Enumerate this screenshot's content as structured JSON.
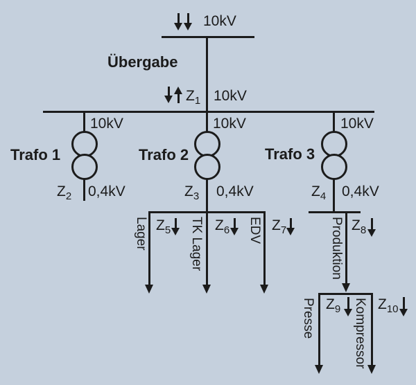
{
  "colors": {
    "background": "#c5d0dd",
    "line": "#1b1b1b",
    "text": "#1b1b1b"
  },
  "top": {
    "voltage": "10kV",
    "infeed_icon": "double-down-arrow"
  },
  "uebergabe": "Übergabe",
  "z1": {
    "z": {
      "base": "Z",
      "sub": "1"
    },
    "voltage": "10kV",
    "flow_icon": "down-up-arrow"
  },
  "transformers": [
    {
      "name": "Trafo 1",
      "hv": "10kV",
      "lv": "0,4kV",
      "z": {
        "base": "Z",
        "sub": "2"
      }
    },
    {
      "name": "Trafo 2",
      "hv": "10kV",
      "lv": "0,4kV",
      "z": {
        "base": "Z",
        "sub": "3"
      }
    },
    {
      "name": "Trafo 3",
      "hv": "10kV",
      "lv": "0,4kV",
      "z": {
        "base": "Z",
        "sub": "4"
      }
    }
  ],
  "t2_feeders": [
    {
      "name": "Lager",
      "z": {
        "base": "Z",
        "sub": "5"
      }
    },
    {
      "name": "TK Lager",
      "z": {
        "base": "Z",
        "sub": "6"
      }
    },
    {
      "name": "EDV",
      "z": {
        "base": "Z",
        "sub": "7"
      }
    }
  ],
  "t3_feeder": {
    "main": {
      "name": "Produktion",
      "z": {
        "base": "Z",
        "sub": "8"
      }
    },
    "subs": [
      {
        "name": "Presse",
        "z": {
          "base": "Z",
          "sub": "9"
        }
      },
      {
        "name": "Kompressor",
        "z": {
          "base": "Z",
          "sub": "10"
        }
      }
    ]
  }
}
